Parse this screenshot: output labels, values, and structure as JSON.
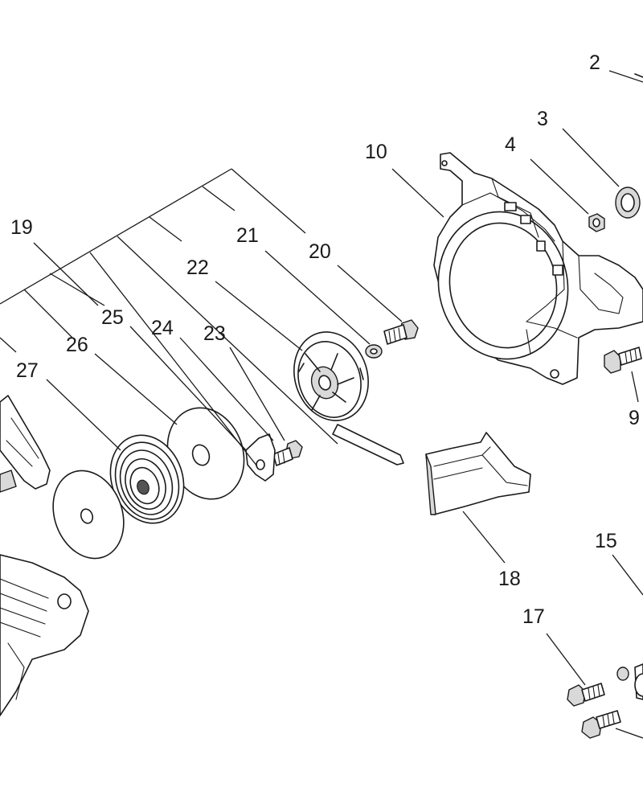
{
  "diagram": {
    "part_labels": [
      "2",
      "3",
      "4",
      "10",
      "19",
      "21",
      "20",
      "22",
      "25",
      "24",
      "23",
      "26",
      "27",
      "9",
      "18",
      "15",
      "17"
    ]
  }
}
